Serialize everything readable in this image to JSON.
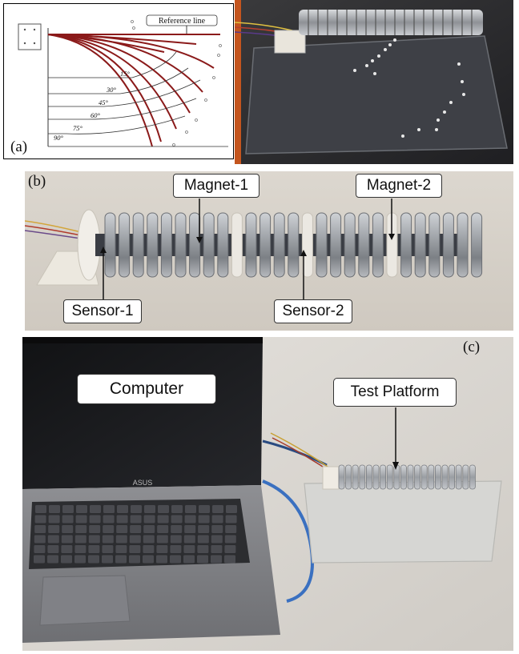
{
  "panel_a": {
    "label": "(a)",
    "reference_line": "Reference line",
    "angles": [
      "15°",
      "30°",
      "45°",
      "60°",
      "75°",
      "90°"
    ]
  },
  "panel_b": {
    "label": "(b)",
    "magnet_1": "Magnet-1",
    "magnet_2": "Magnet-2",
    "sensor_1": "Sensor-1",
    "sensor_2": "Sensor-2"
  },
  "panel_c": {
    "label": "(c)",
    "computer": "Computer",
    "test_platform": "Test Platform",
    "laptop_brand": "ASUS"
  },
  "colors": {
    "bending_curve": "#8b1a1a",
    "outline": "#000000",
    "metal_ring": "#a9acb0",
    "callout_bg": "#ffffff"
  }
}
